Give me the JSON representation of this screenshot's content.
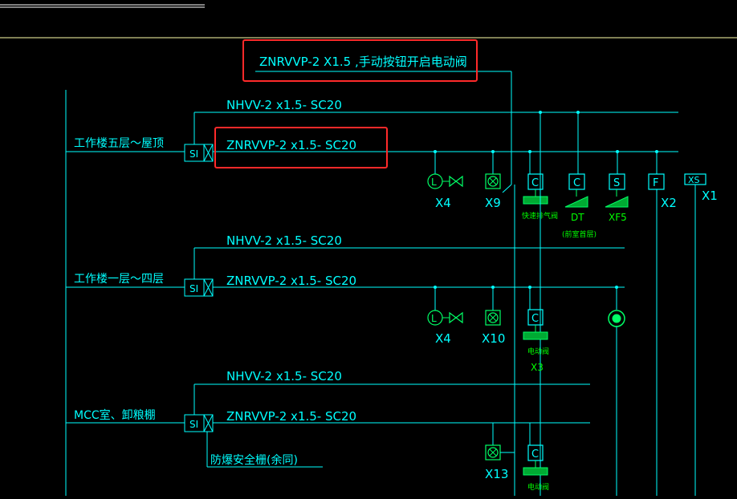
{
  "colors": {
    "background": "#000000",
    "wire_cyan": "#00ffff",
    "text_white": "#ffffff",
    "symbol_green": "#00ff66",
    "text_green": "#00ff00",
    "highlight_red": "#ff2a2a"
  },
  "top_note": {
    "text": "ZNRVVP-2 X1.5 ,手动按钮开启电动阀"
  },
  "sections": [
    {
      "title": "工作楼五层～屋顶",
      "upper_cable": "NHVV-2 x1.5- SC20",
      "lower_cable": "ZNRVVP-2 x1.5- SC20",
      "module_label": "SI"
    },
    {
      "title": "工作楼一层～四层",
      "upper_cable": "NHVV-2 x1.5- SC20",
      "lower_cable": "ZNRVVP-2 x1.5- SC20",
      "module_label": "SI"
    },
    {
      "title": "MCC室、卸粮棚",
      "upper_cable": "NHVV-2 x1.5- SC20",
      "lower_cable": "ZNRVVP-2 x1.5- SC20",
      "module_label": "SI",
      "subnote": "防爆安全栅(余同)"
    }
  ],
  "devices": {
    "L": "L",
    "C": "C",
    "S": "S",
    "F": "F",
    "XS": "XS",
    "row1_x4": "X4",
    "row1_x9": "X9",
    "row1_fan_label": "快速排气阀",
    "row1_dt_label": "DT",
    "row1_dt_note": "(前室首层)",
    "row1_xf5": "XF5",
    "row1_x2": "X2",
    "row1_x1": "X1",
    "row2_x4": "X4",
    "row2_x10": "X10",
    "row2_valve_label": "电动阀",
    "row2_x3": "X3",
    "row3_x13": "X13",
    "row3_valve_label": "电动阀"
  }
}
